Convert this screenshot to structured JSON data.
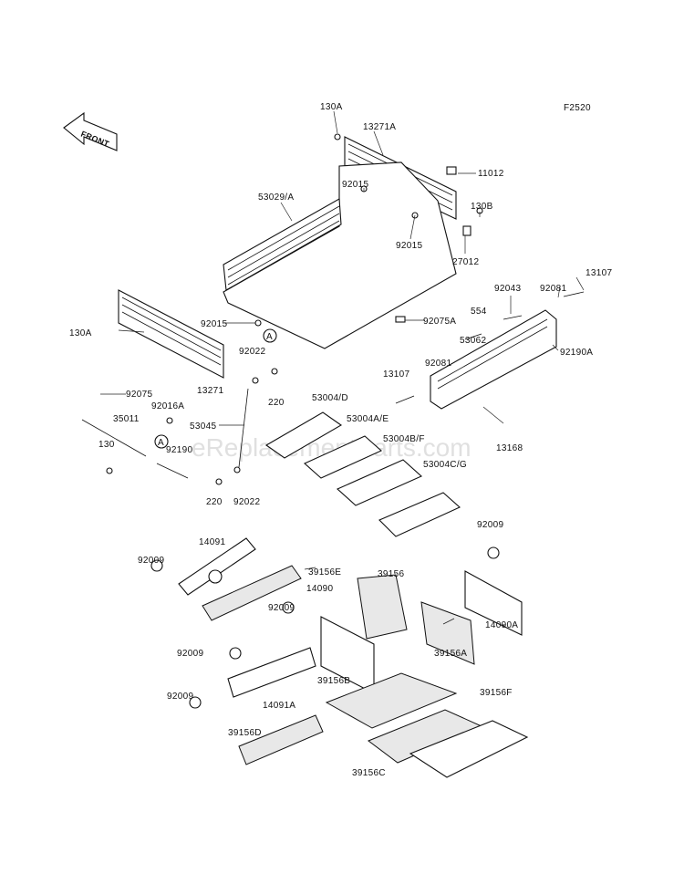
{
  "figure_code": "F2520",
  "front_label": "FRONT",
  "ref_marker": "A",
  "watermark": "eReplacementParts.com",
  "labels": {
    "l130A_top": "130A",
    "l13271A": "13271A",
    "l11012": "11012",
    "l53029A": "53029/A",
    "l92015a": "92015",
    "l130B": "130B",
    "l92015b": "92015",
    "l27012": "27012",
    "l92043": "92043",
    "l92081a": "92081",
    "l13107a": "13107",
    "l554": "554",
    "l92015c": "92015",
    "l92075A": "92075A",
    "l130A_left": "130A",
    "l92022a": "92022",
    "l13271": "13271",
    "l53062": "53062",
    "l92190A": "92190A",
    "l92081b": "92081",
    "l13107b": "13107",
    "l220a": "220",
    "l53004D": "53004/D",
    "l92075": "92075",
    "l92016A": "92016A",
    "l35011": "35011",
    "l53045": "53045",
    "l53004AE": "53004A/E",
    "l53004BF": "53004B/F",
    "l13168": "13168",
    "l130": "130",
    "l92190": "92190",
    "l53004CG": "53004C/G",
    "l220b": "220",
    "l92022b": "92022",
    "l92009a": "92009",
    "l14091": "14091",
    "l92009b": "92009",
    "l39156E": "39156E",
    "l39156": "39156",
    "l14090": "14090",
    "l92009c": "92009",
    "l14090A": "14090A",
    "l92009d": "92009",
    "l39156A": "39156A",
    "l92009e": "92009",
    "l14091A": "14091A",
    "l39156B": "39156B",
    "l39156F": "39156F",
    "l39156D": "39156D",
    "l39156C": "39156C"
  }
}
